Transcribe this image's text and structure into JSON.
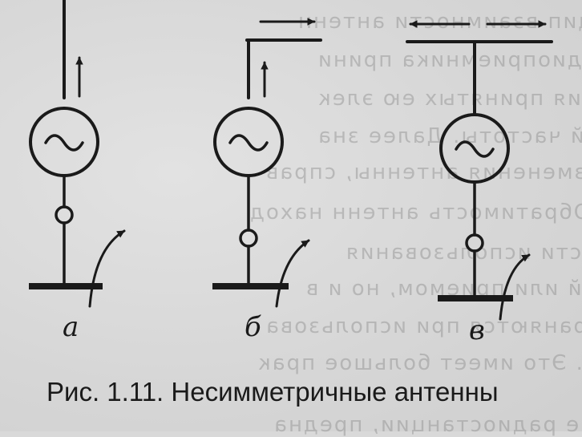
{
  "figure": {
    "caption": "Рис. 1.11. Несимметричные антенны",
    "panels": [
      {
        "label": "а",
        "antenna": "vertical-monopole"
      },
      {
        "label": "б",
        "antenna": "inverted-l"
      },
      {
        "label": "в",
        "antenna": "t-antenna"
      }
    ]
  },
  "show_through_text": [
    "ак принцип взаимности антенн",
    "Антенна радиоприемника прини",
    "преобразования принятых ею элек",
    "высокой частоты. Далее зна",
    "индекс изменения антенны, справ",
    "ния. Обратимость антенн наход",
    "возможности использования",
    "передачей или приемом, но и в",
    "ний сохраняются при использова",
    "приема. Это имеет большое прак",
    "передающие радиостанции, предна"
  ]
}
